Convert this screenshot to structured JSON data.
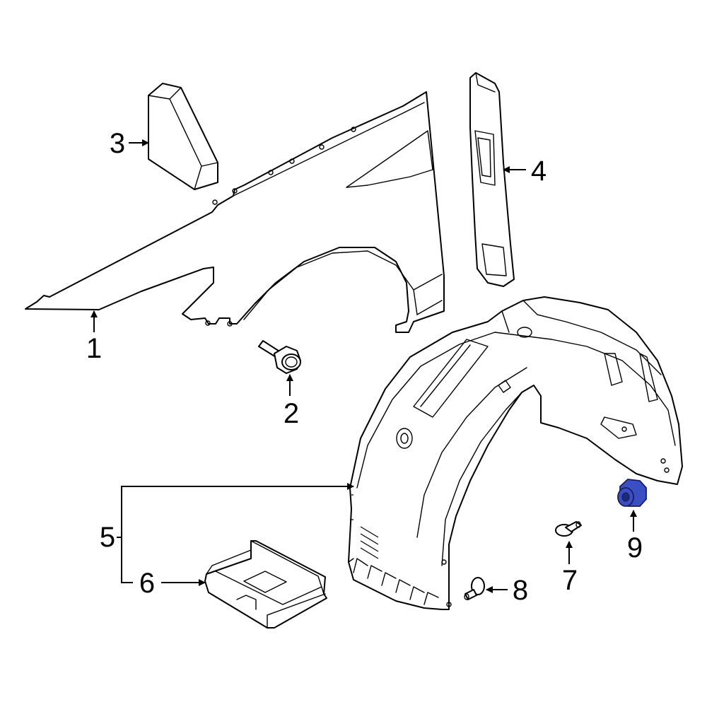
{
  "callouts": [
    {
      "id": "1",
      "text": "1"
    },
    {
      "id": "2",
      "text": "2"
    },
    {
      "id": "3",
      "text": "3"
    },
    {
      "id": "4",
      "text": "4"
    },
    {
      "id": "5",
      "text": "5"
    },
    {
      "id": "6",
      "text": "6"
    },
    {
      "id": "7",
      "text": "7"
    },
    {
      "id": "8",
      "text": "8"
    },
    {
      "id": "9",
      "text": "9"
    }
  ],
  "highlight": {
    "part": "9",
    "color": "#3b4fc4"
  },
  "line_color": "#000000",
  "background_color": "#ffffff"
}
